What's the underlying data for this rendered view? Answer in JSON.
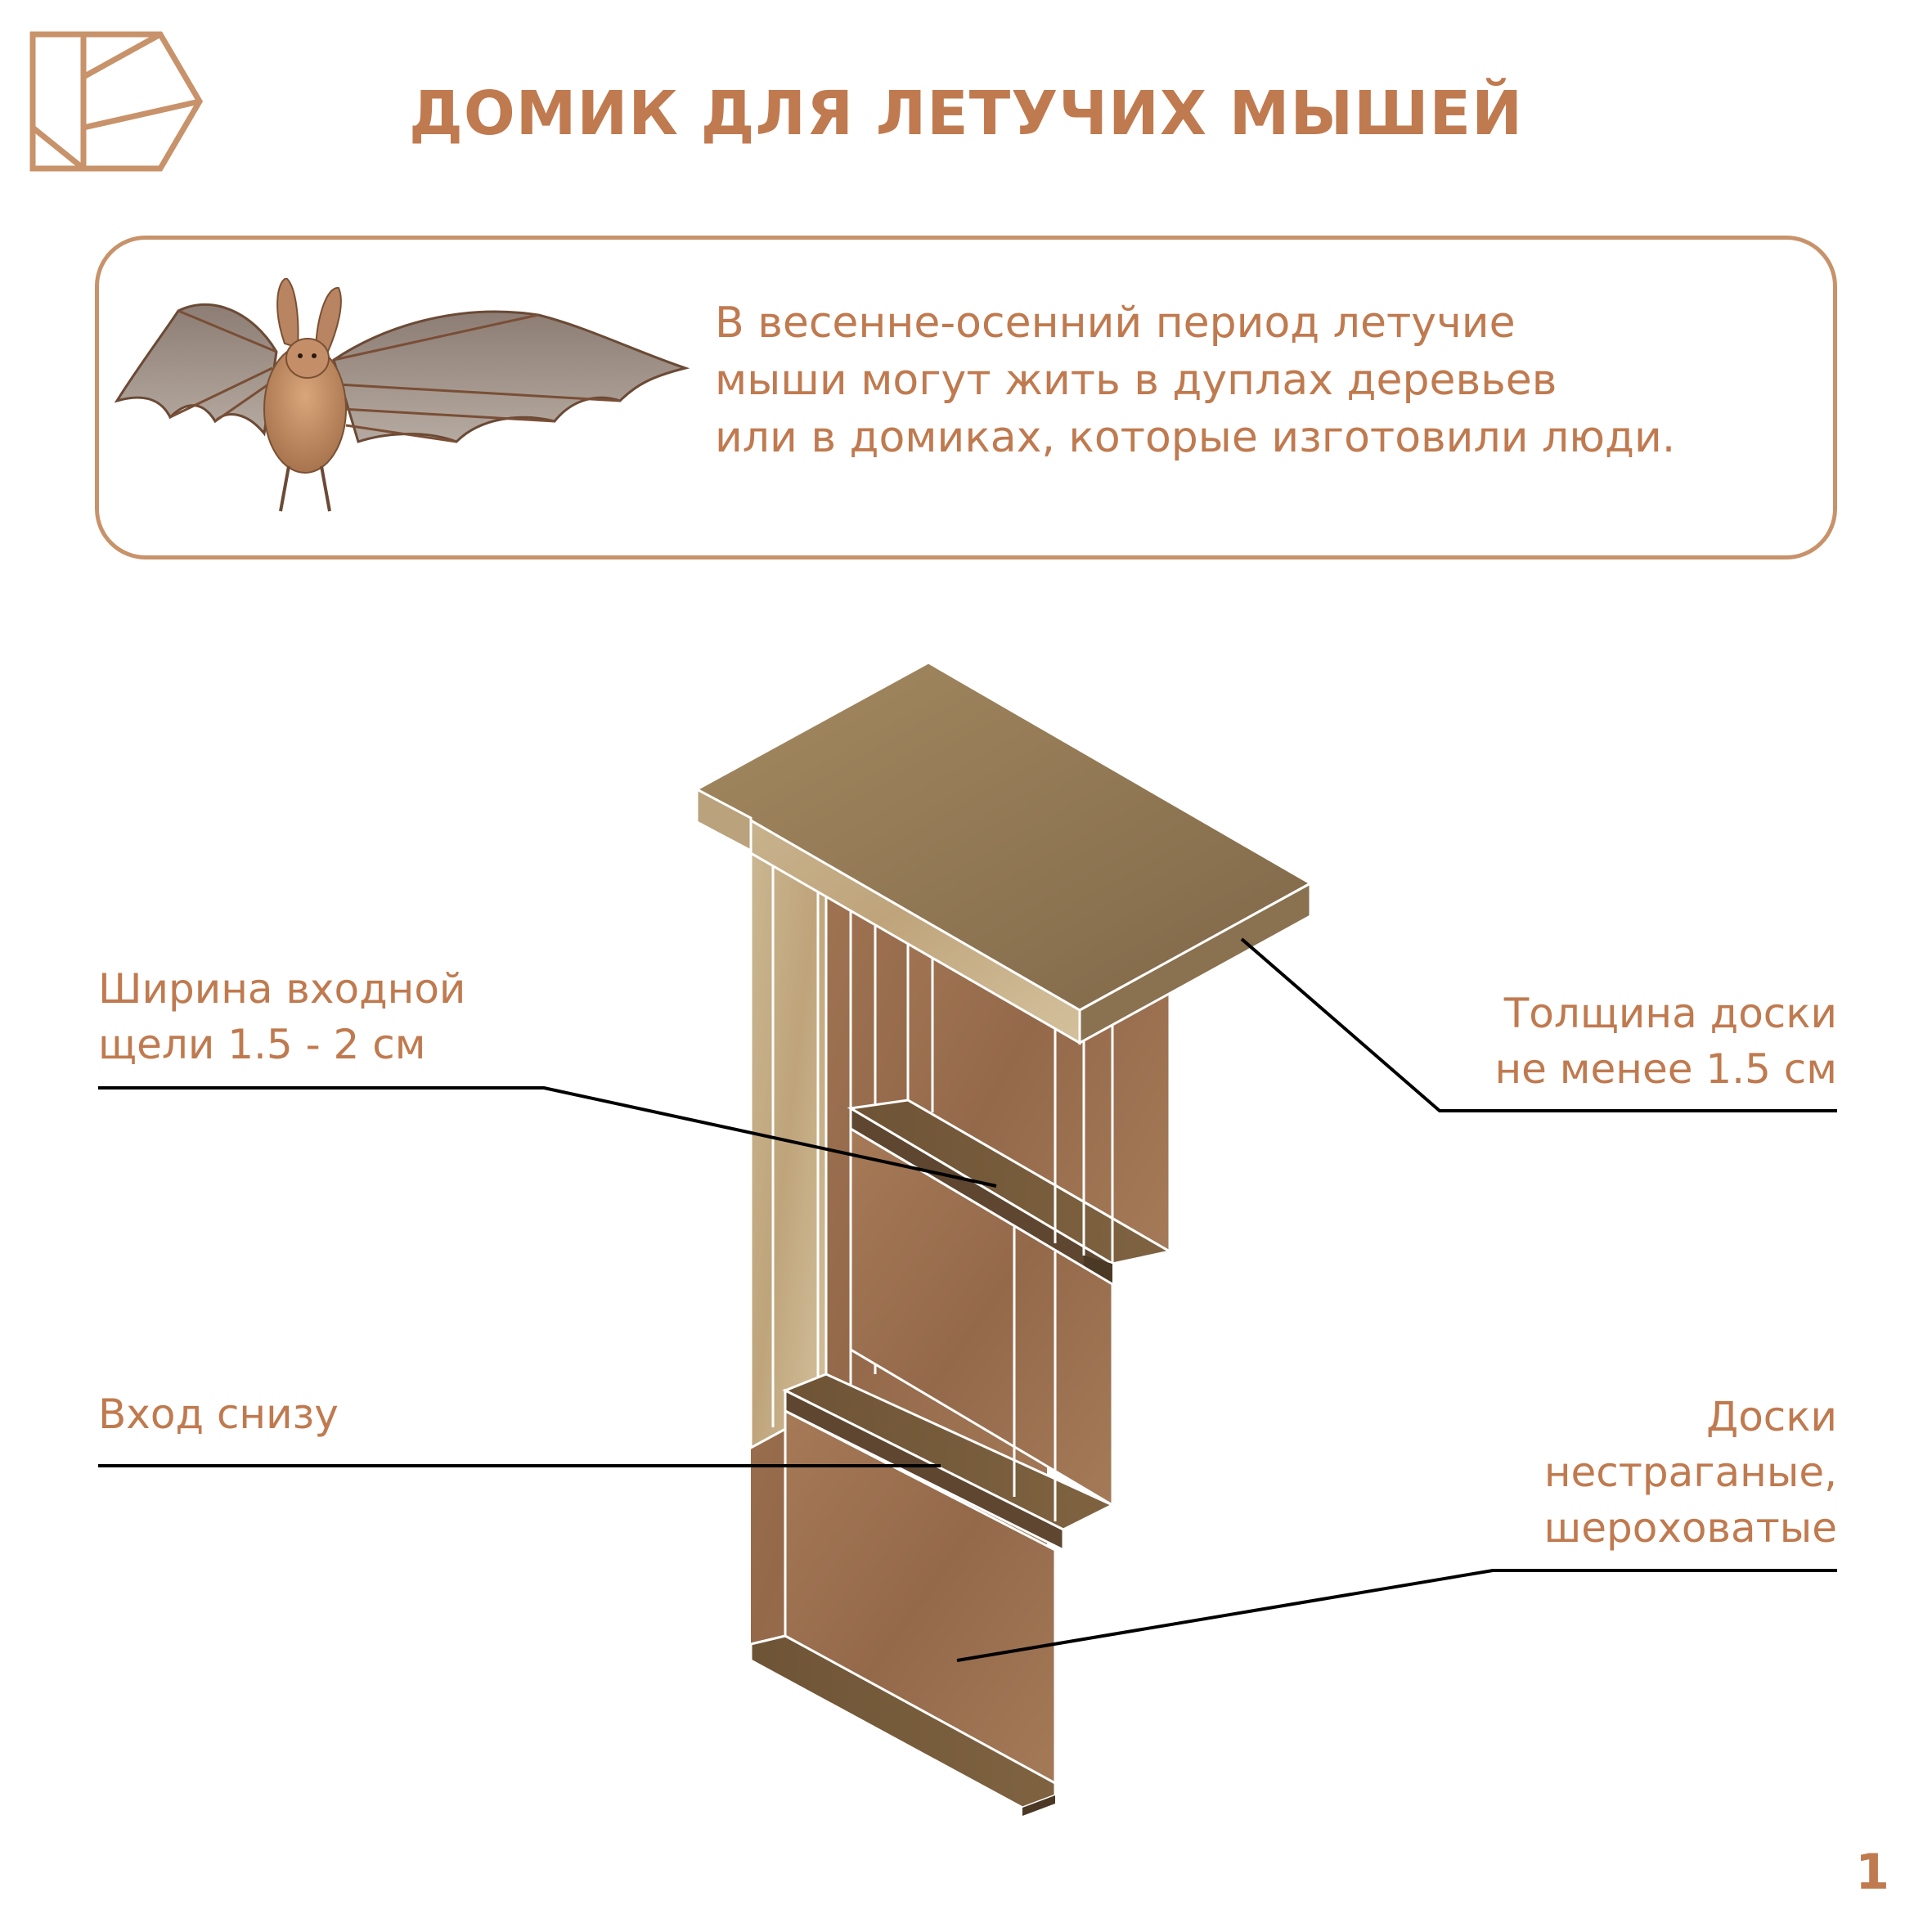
{
  "title": "ДОМИК ДЛЯ ЛЕТУЧИХ МЫШЕЙ",
  "intro": {
    "lines": [
      "В весенне-осенний период летучие",
      "мыши могут жить в дуплах деревьев",
      "или в домиках, которые изготовили люди."
    ]
  },
  "labels": {
    "slot_width": [
      "Ширина входной",
      "щели 1.5 - 2 см"
    ],
    "board_thickness": [
      "Толщина доски",
      "не менее 1.5 см"
    ],
    "entrance": [
      "Вход снизу"
    ],
    "boards": [
      "Доски",
      "нестраганые,",
      "шероховатые"
    ]
  },
  "page_number": "1",
  "colors": {
    "accent": "#C07A4F",
    "box_border": "#C8926A",
    "wood_light": "#C9B48F",
    "wood_mid": "#A88A5E",
    "wood_dark": "#8A6A45",
    "wood_brown": "#9C7050",
    "leader_line": "#000000"
  },
  "icons": {
    "logo": "hexagon-leaf-logo-icon",
    "bat": "bat-illustration-icon"
  }
}
